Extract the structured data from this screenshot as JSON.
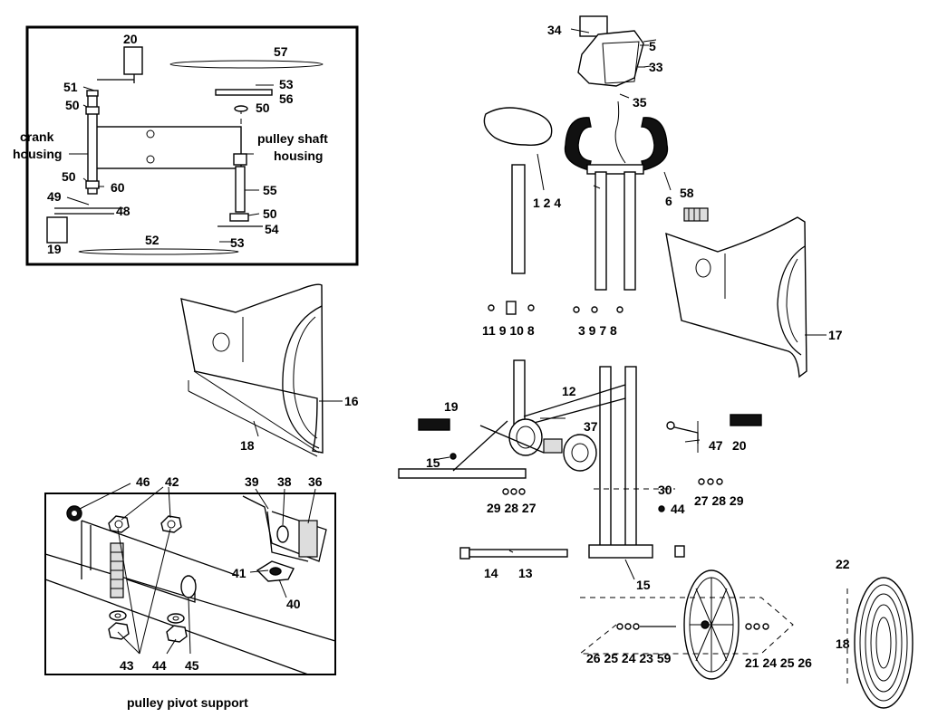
{
  "inset_top": {
    "part_labels": [
      "20",
      "57",
      "51",
      "53",
      "56",
      "50",
      "50",
      "50",
      "60",
      "49",
      "48",
      "55",
      "50",
      "54",
      "53",
      "19",
      "52"
    ],
    "caption_crank": [
      "crank",
      "housing"
    ],
    "caption_pulley": [
      "pulley shaft",
      "housing"
    ]
  },
  "inset_bottom": {
    "part_labels": [
      "46",
      "42",
      "39",
      "38",
      "36",
      "41",
      "40",
      "43",
      "44",
      "45"
    ],
    "caption": "pulley pivot support"
  },
  "main_labels": [
    "34",
    "5",
    "33",
    "35",
    "1 2 4",
    "6",
    "58",
    "17",
    "11 9 10 8",
    "3 9 7 8",
    "16",
    "18",
    "12",
    "19",
    "37",
    "47",
    "20",
    "15",
    "30",
    "44",
    "27 28 29",
    "29 28 27",
    "14",
    "13",
    "15",
    "22",
    "18",
    "26 25 24 23 59",
    "21 24 25 26"
  ]
}
